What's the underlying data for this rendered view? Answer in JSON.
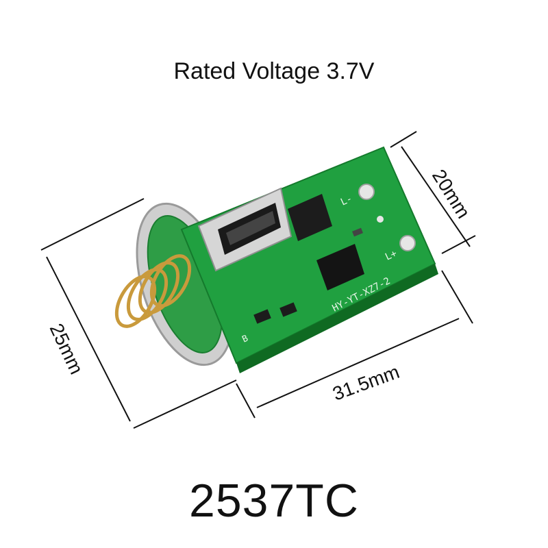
{
  "header": {
    "title": "Rated Voltage 3.7V"
  },
  "dimensions": {
    "width_label": "20mm",
    "height_label": "25mm",
    "length_label": "31.5mm"
  },
  "board": {
    "silk_code": "HY-YT-XZ7-2",
    "silk_l_minus": "L-",
    "silk_l_plus": "L+",
    "silk_b": "B"
  },
  "footer": {
    "model": "2537TC"
  },
  "colors": {
    "pcb": "#1f9a3c",
    "pcb_dark": "#157a2c",
    "spring": "#c99a3c",
    "metal": "#c8c8c8"
  }
}
